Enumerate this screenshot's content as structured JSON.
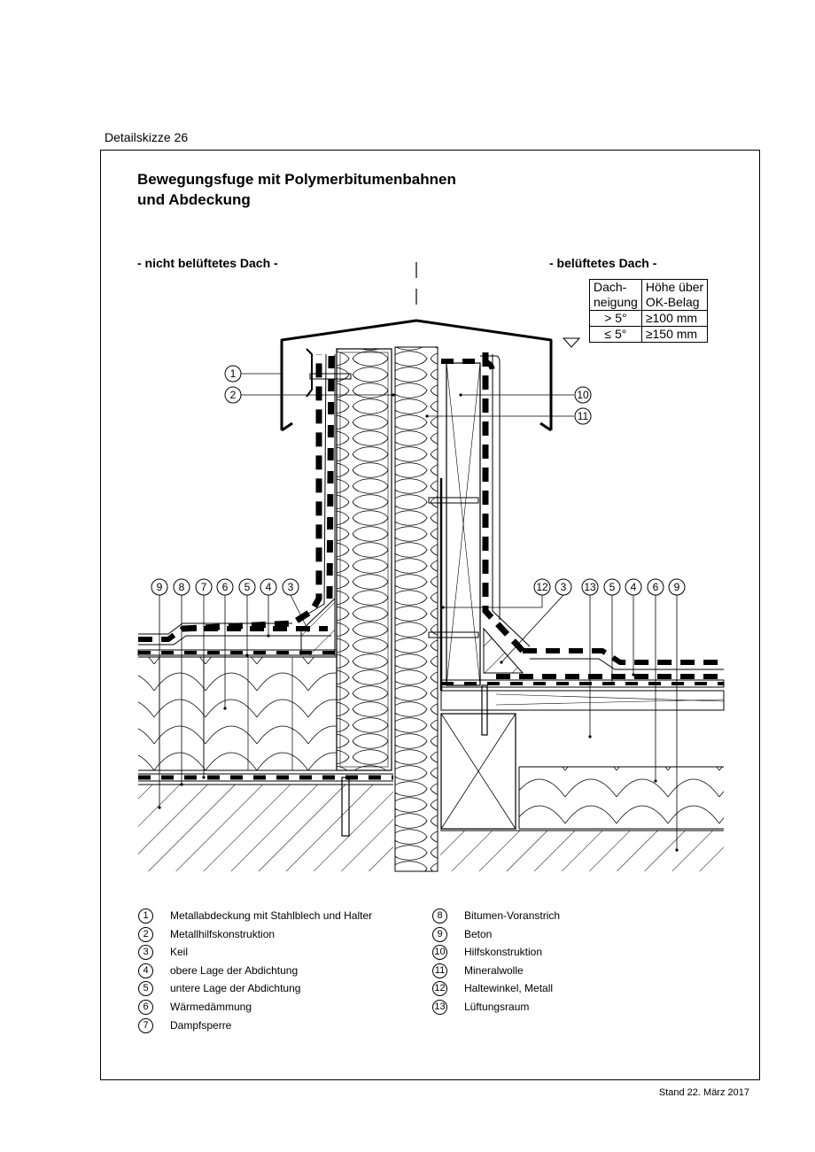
{
  "header_label": "Detailskizze 26",
  "title_line1": "Bewegungsfuge mit Polymerbitumenbahnen",
  "title_line2": "und Abdeckung",
  "left_subtitle": "- nicht belüftetes Dach -",
  "right_subtitle": "- belüftetes Dach -",
  "table": {
    "head_col1_l1": "Dach-",
    "head_col1_l2": "neigung",
    "head_col2_l1": "Höhe über",
    "head_col2_l2": "OK-Belag",
    "r1c1": "> 5°",
    "r1c2": "≥100 mm",
    "r2c1": "≤ 5°",
    "r2c2": "≥150 mm"
  },
  "legend": [
    {
      "num": "1",
      "text": "Metallabdeckung mit Stahlblech und Halter"
    },
    {
      "num": "2",
      "text": "Metallhilfskonstruktion"
    },
    {
      "num": "3",
      "text": "Keil"
    },
    {
      "num": "4",
      "text": "obere Lage der Abdichtung"
    },
    {
      "num": "5",
      "text": "untere Lage der Abdichtung"
    },
    {
      "num": "6",
      "text": "Wärmedämmung"
    },
    {
      "num": "7",
      "text": "Dampfsperre"
    },
    {
      "num": "8",
      "text": "Bitumen-Voranstrich"
    },
    {
      "num": "9",
      "text": "Beton"
    },
    {
      "num": "10",
      "text": "Hilfskonstruktion"
    },
    {
      "num": "11",
      "text": "Mineralwolle"
    },
    {
      "num": "12",
      "text": "Haltewinkel, Metall"
    },
    {
      "num": "13",
      "text": "Lüftungsraum"
    }
  ],
  "bubbles": {
    "b1": "1",
    "b2": "2",
    "b3": "3",
    "b4": "4",
    "b5": "5",
    "b6": "6",
    "b7": "7",
    "b8": "8",
    "b9": "9",
    "b10": "10",
    "b11": "11",
    "b12": "12",
    "b13": "13"
  },
  "footer": "Stand 22. März 2017"
}
